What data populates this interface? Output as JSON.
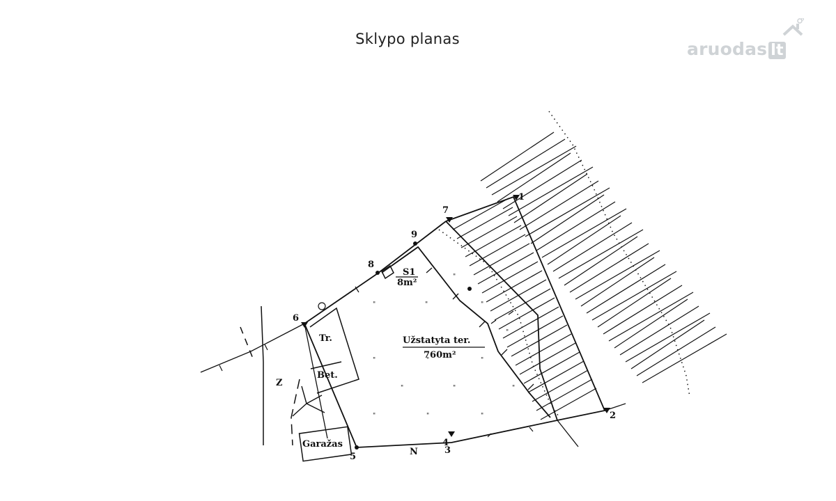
{
  "title": "Sklypo planas",
  "watermark": {
    "brand": "aruodas",
    "tld": "lt",
    "color": "#cfd3d6"
  },
  "plan": {
    "area_label": "Užstatyta ter.",
    "area_value": "760m²",
    "structure_code": "S1",
    "structure_area": "8m²",
    "labels": {
      "tr": "Tr.",
      "bet": "Bet.",
      "garage": "Garažas",
      "north": "N",
      "z": "Z"
    },
    "points": [
      "1",
      "2",
      "3",
      "4",
      "5",
      "6",
      "7",
      "8",
      "9"
    ],
    "grass_mark": "\"",
    "line_color": "#111111"
  }
}
